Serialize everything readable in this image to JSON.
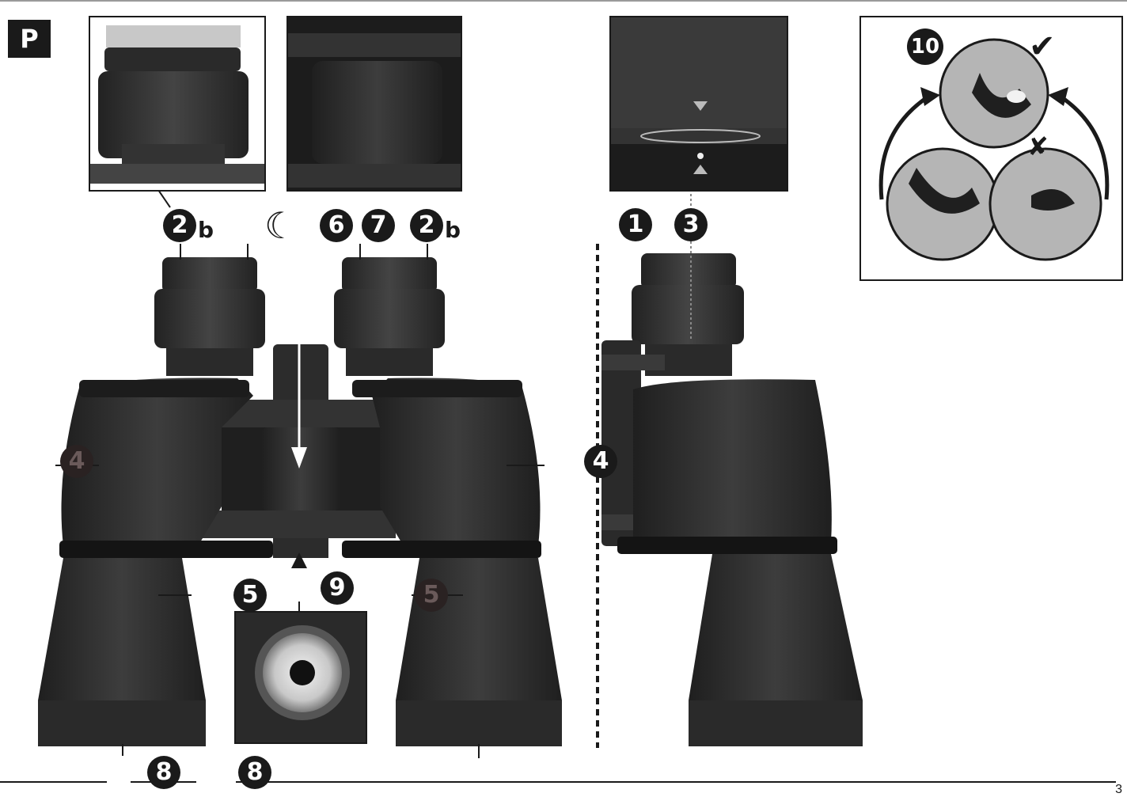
{
  "section_label": "P",
  "page_number": "3",
  "labels": {
    "l2b_left": "2",
    "l2b_left_suffix": "b",
    "l6": "6",
    "l7": "7",
    "l2b_right": "2",
    "l2b_right_suffix": "b",
    "l1": "1",
    "l3": "3",
    "l4_left": "4",
    "l4_right": "4",
    "l5_left": "5",
    "l5_right": "5",
    "l9": "9",
    "l8_left": "8",
    "l8_right": "8",
    "l10": "10"
  },
  "marks": {
    "correct": "✔",
    "wrong": "✘",
    "moon": "☾"
  },
  "colors": {
    "body": "#2e2e2e",
    "dark": "#1a1a1a",
    "circle": "#b5b5b5",
    "white": "#ffffff"
  }
}
